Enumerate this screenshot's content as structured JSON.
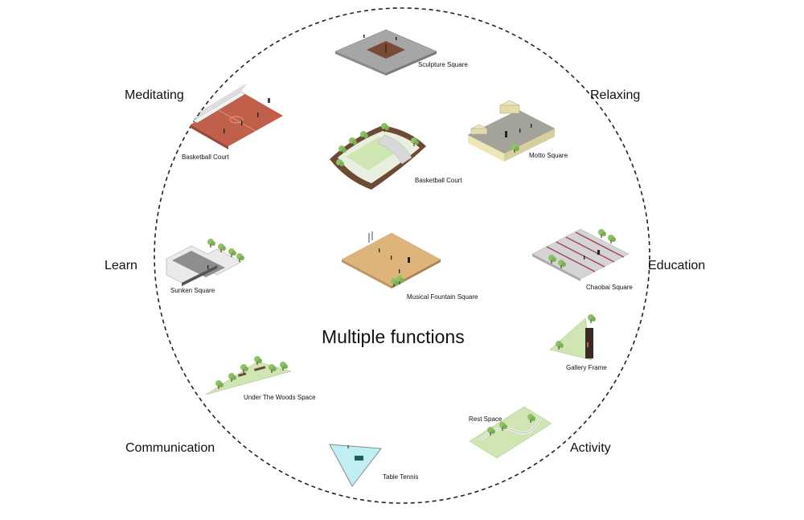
{
  "title": "Multiple functions",
  "functions": {
    "meditating": "Meditating",
    "relaxing": "Relaxing",
    "learn": "Learn",
    "education": "Education",
    "communication": "Communication",
    "activity": "Activity"
  },
  "spaces": {
    "sculpture_square": "Sculpture Square",
    "basketball_court_left": "Basketball Court",
    "basketball_court_center": "Basketball Court",
    "motto_square": "Motto Square",
    "sunken_square": "Sunken Square",
    "musical_fountain_square": "Musical Fountain Square",
    "chaobai_square": "Chaobai Square",
    "gallery_frame": "Gallery Frame",
    "under_the_woods_space": "Under The Woods Space",
    "rest_space": "Rest Space",
    "table_tennis": "Table Tennis"
  },
  "colors": {
    "circle": "#222222",
    "plaza_gray": "#a8a8a8",
    "court_red": "#c0604a",
    "sand": "#ddb47a",
    "grass": "#cfe6b3",
    "tree": "#8fc065",
    "brown": "#6e4a34",
    "pool": "#bfeff2"
  }
}
